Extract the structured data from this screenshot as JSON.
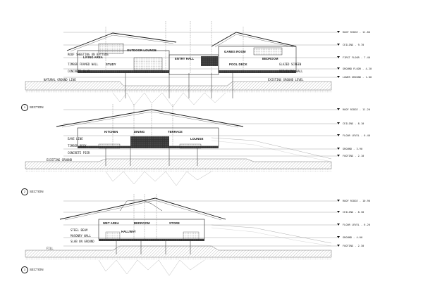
{
  "sheet": {
    "sections": [
      {
        "id": "section-1",
        "title": "SECTION",
        "bubble": "1",
        "levels": [
          "ROOF RIDGE - 11.80",
          "CEILING - 9.70",
          "FIRST FLOOR - 7.40",
          "GROUND FLOOR - 4.20",
          "LOWER GROUND - 1.00"
        ],
        "rooms": [
          "LIVING AREA",
          "OUTDOOR LOUNGE",
          "ENTRY HALL",
          "GAMES ROOM",
          "BEDROOM",
          "STUDY",
          "POOL DECK"
        ],
        "notes": [
          "ROOF SHEETING ON BATTENS",
          "TIMBER FRAMED WALL",
          "CONCRETE SLAB",
          "NATURAL GROUND LINE",
          "GLAZED SCREEN",
          "RETAINING WALL",
          "EXISTING GROUND LEVEL"
        ]
      },
      {
        "id": "section-2",
        "title": "SECTION",
        "bubble": "2",
        "levels": [
          "ROOF RIDGE - 11.20",
          "CEILING - 8.10",
          "FLOOR LEVEL - 6.40",
          "GROUND - 3.90",
          "FOOTING - 2.10"
        ],
        "rooms": [
          "KITCHEN",
          "DINING",
          "TERRACE",
          "LOUNGE"
        ],
        "notes": [
          "EAVE LINE",
          "TIMBER DECK",
          "CONCRETE PIER",
          "EXISTING GROUND"
        ]
      },
      {
        "id": "section-3",
        "title": "SECTION",
        "bubble": "3",
        "levels": [
          "ROOF RIDGE - 10.90",
          "CEILING - 8.30",
          "FLOOR LEVEL - 6.20",
          "GROUND - 4.00",
          "FOOTING - 2.30"
        ],
        "rooms": [
          "WET AREA",
          "BEDROOM",
          "STORE",
          "HALLWAY"
        ],
        "notes": [
          "STEEL BEAM",
          "MASONRY WALL",
          "SLAB ON GROUND",
          "FILL"
        ]
      }
    ]
  }
}
